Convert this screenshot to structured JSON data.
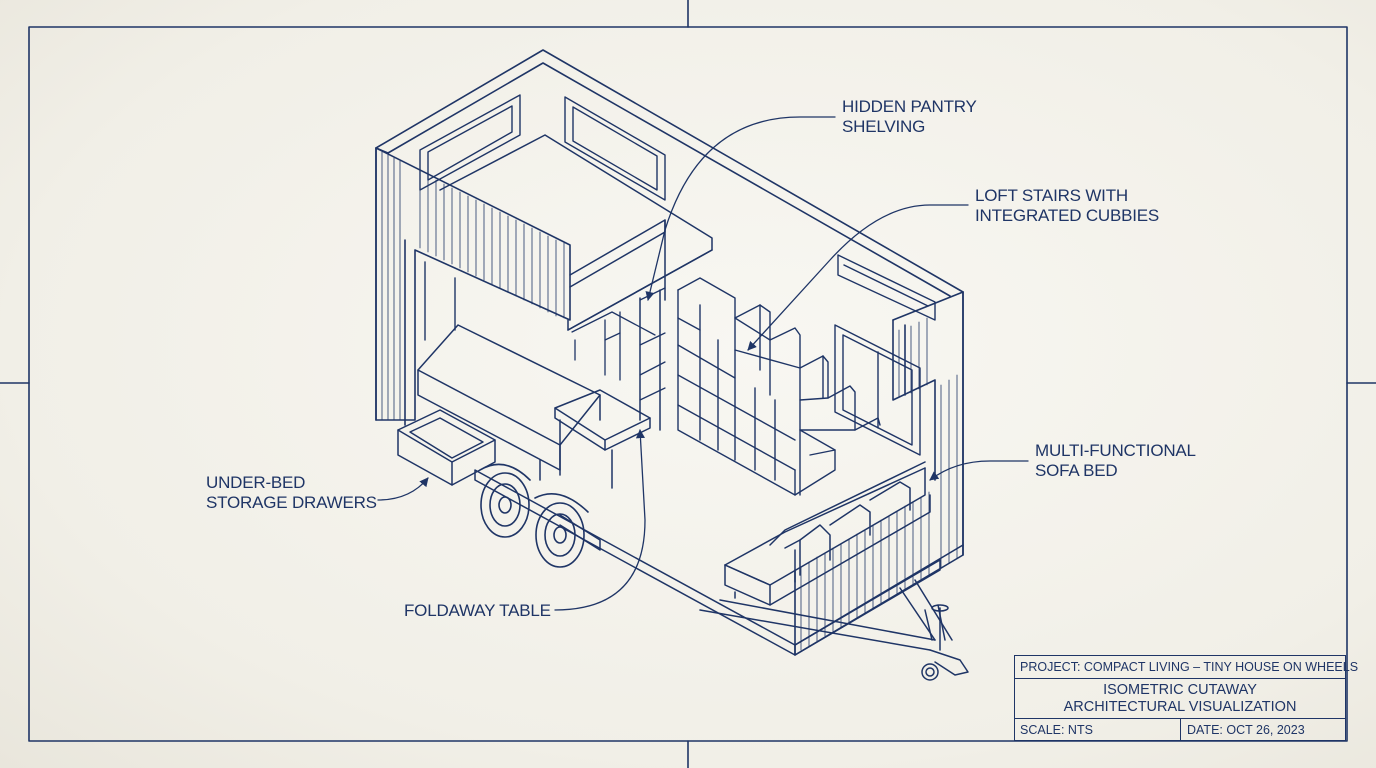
{
  "callouts": {
    "pantry": {
      "line1": "HIDDEN PANTRY",
      "line2": "SHELVING"
    },
    "stairs": {
      "line1": "LOFT STAIRS WITH",
      "line2": "INTEGRATED CUBBIES"
    },
    "sofa": {
      "line1": "MULTI-FUNCTIONAL",
      "line2": "SOFA BED"
    },
    "drawers": {
      "line1": "UNDER-BED",
      "line2": "STORAGE DRAWERS"
    },
    "table": {
      "line1": "FOLDAWAY TABLE"
    }
  },
  "title_block": {
    "project": "PROJECT: COMPACT LIVING – TINY HOUSE ON WHEELS",
    "title_line1": "ISOMETRIC CUTAWAY",
    "title_line2": "ARCHITECTURAL VISUALIZATION",
    "scale": "SCALE: NTS",
    "date": "DATE: OCT 26, 2023"
  },
  "colors": {
    "ink": "#1f3566",
    "paper": "#f4f2ec"
  }
}
